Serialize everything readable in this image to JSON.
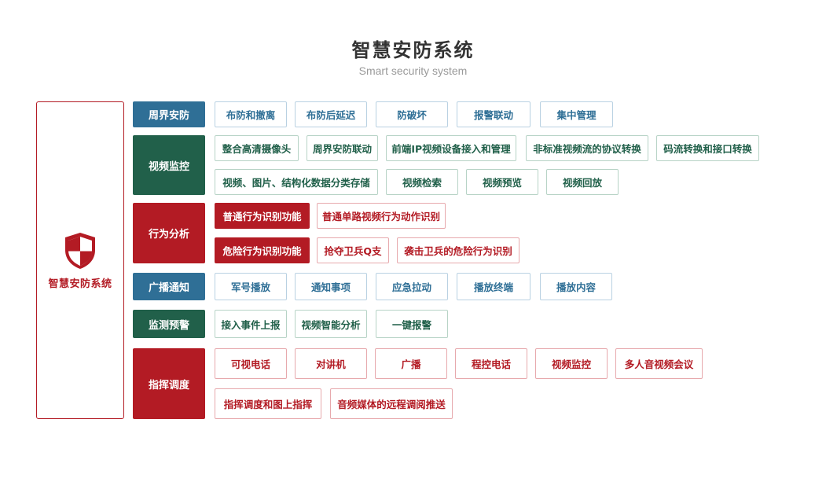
{
  "header": {
    "title": "智慧安防系统",
    "subtitle": "Smart security system"
  },
  "root": {
    "label": "智慧安防系统",
    "icon": "shield-icon"
  },
  "colors": {
    "blue": "#2f6f96",
    "green": "#21604a",
    "red": "#b31b24"
  },
  "categories": [
    {
      "label": "周界安防",
      "rows": [
        [
          "布防和撤离",
          "布防后延迟",
          "防破坏",
          "报警联动",
          "集中管理"
        ]
      ]
    },
    {
      "label": "视频监控",
      "rows": [
        [
          "整合高清摄像头",
          "周界安防联动",
          "前端IP视频设备接入和管理",
          "非标准视频流的协议转换",
          "码流转换和接口转换"
        ],
        [
          "视频、图片、结构化数据分类存储",
          "视频检索",
          "视频预览",
          "视频回放"
        ]
      ]
    },
    {
      "label": "行为分析",
      "rows": [
        [
          "普通行为识别功能",
          "普通单路视频行为动作识别"
        ],
        [
          "危险行为识别功能",
          "抢夺卫兵Q支",
          "袭击卫兵的危险行为识别"
        ]
      ]
    },
    {
      "label": "广播通知",
      "rows": [
        [
          "军号播放",
          "通知事项",
          "应急拉动",
          "播放终端",
          "播放内容"
        ]
      ]
    },
    {
      "label": "监测预警",
      "rows": [
        [
          "接入事件上报",
          "视频智能分析",
          "一键报警"
        ]
      ]
    },
    {
      "label": "指挥调度",
      "rows": [
        [
          "可视电话",
          "对讲机",
          "广播",
          "程控电话",
          "视频监控",
          "多人音视频会议"
        ],
        [
          "指挥调度和图上指挥",
          "音频媒体的远程调阅推送"
        ]
      ]
    }
  ]
}
